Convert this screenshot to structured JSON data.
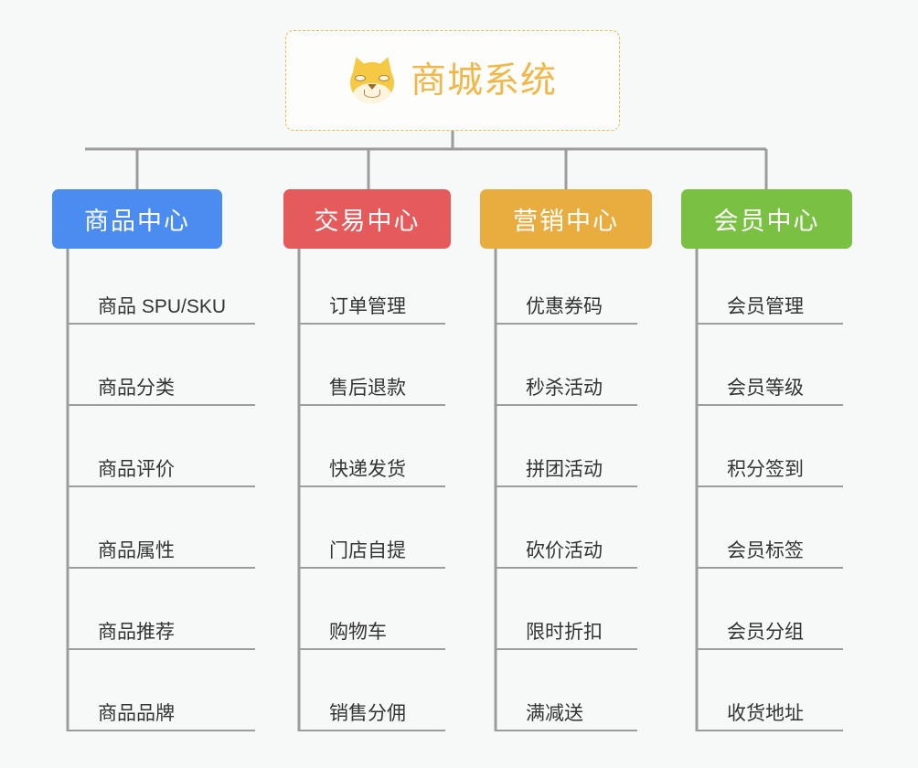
{
  "root": {
    "title": "商城系统",
    "icon": "shiba-inu-dog-face-emoji",
    "border_color": "#e9b84e",
    "title_color": "#f0b74a"
  },
  "canvas": {
    "background": "#f7f8f8",
    "connector_color": "#9c9c9c",
    "leaf_text_color": "#333333"
  },
  "columns": [
    {
      "id": "product-center",
      "label": "商品中心",
      "color": "#4a8cf0",
      "items": [
        "商品 SPU/SKU",
        "商品分类",
        "商品评价",
        "商品属性",
        "商品推荐",
        "商品品牌"
      ]
    },
    {
      "id": "trade-center",
      "label": "交易中心",
      "color": "#e55a5a",
      "items": [
        "订单管理",
        "售后退款",
        "快递发货",
        "门店自提",
        "购物车",
        "销售分佣"
      ]
    },
    {
      "id": "marketing-center",
      "label": "营销中心",
      "color": "#e9ad3f",
      "items": [
        "优惠券码",
        "秒杀活动",
        "拼团活动",
        "砍价活动",
        "限时折扣",
        "满减送"
      ]
    },
    {
      "id": "member-center",
      "label": "会员中心",
      "color": "#7ac143",
      "items": [
        "会员管理",
        "会员等级",
        "积分签到",
        "会员标签",
        "会员分组",
        "收货地址"
      ]
    }
  ]
}
